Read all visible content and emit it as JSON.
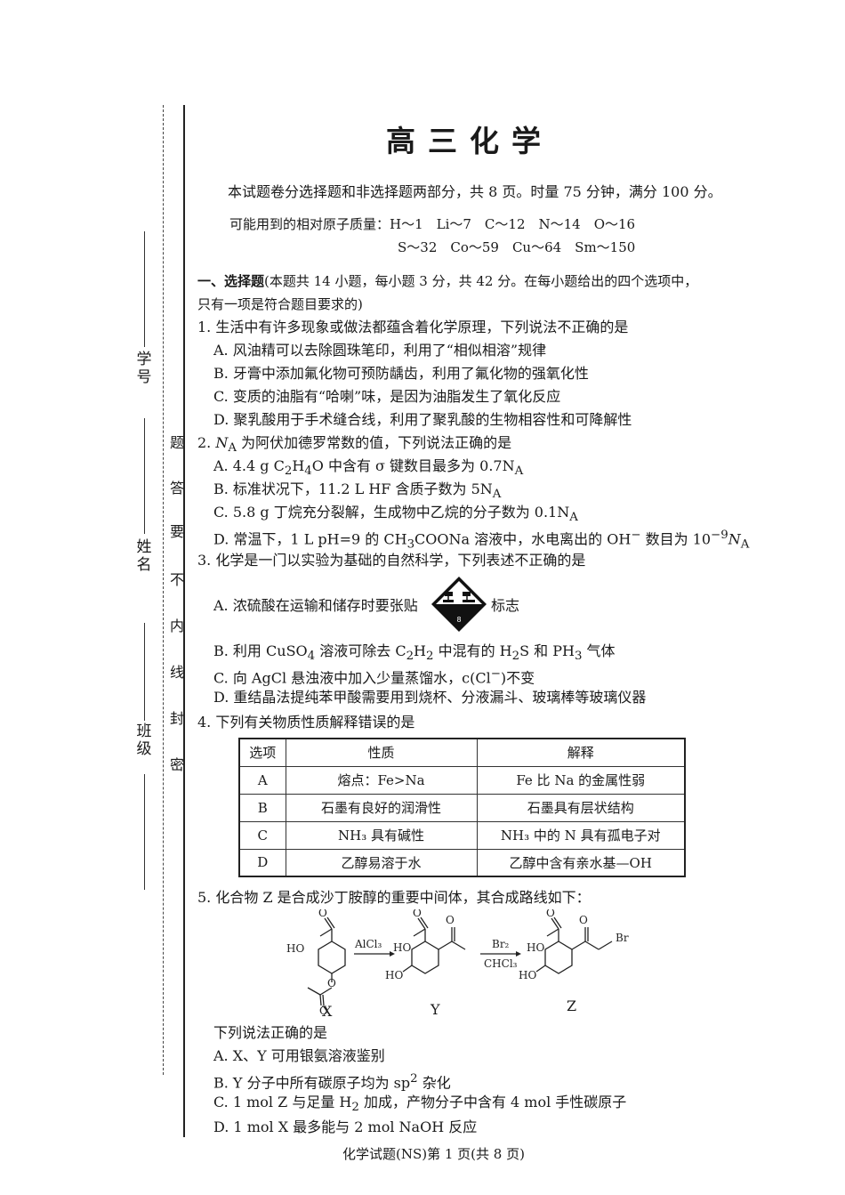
{
  "header": {
    "title": "高三化学"
  },
  "intro": {
    "line1": "本试题卷分选择题和非选择题两部分，共 8 页。时量 75 分钟，满分 100 分。",
    "atomic_masses_line1": "可能用到的相对原子质量：H～1　Li～7　C～12　N～14　O～16",
    "atomic_masses_line2": "S～32　Co～59　Cu～64　Sm～150"
  },
  "margin": {
    "field_id": "学号",
    "field_name": "姓名",
    "field_class": "班级",
    "seal_chars": [
      "题",
      "答",
      "要",
      "不",
      "内",
      "线",
      "封",
      "密"
    ]
  },
  "section1": {
    "heading": "一、选择题",
    "note_line1": "(本题共 14 小题，每小题 3 分，共 42 分。在每小题给出的四个选项中，",
    "note_line2": "只有一项是符合题目要求的)"
  },
  "q1": {
    "stem": "1. 生活中有许多现象或做法都蕴含着化学原理，下列说法不正确的是",
    "a": "A. 风油精可以去除圆珠笔印，利用了“相似相溶”规律",
    "b": "B. 牙膏中添加氟化物可预防龋齿，利用了氟化物的强氧化性",
    "c": "C. 变质的油脂有“哈喇”味，是因为油脂发生了氧化反应",
    "d": "D. 聚乳酸用于手术缝合线，利用了聚乳酸的生物相容性和可降解性"
  },
  "q2": {
    "stem_num": "2. ",
    "stem_na": "N",
    "stem_na_sub": "A",
    "stem_rest": " 为阿伏加德罗常数的值，下列说法正确的是",
    "a_1": "A. 4.4 g C",
    "a_sub1": "2",
    "a_2": "H",
    "a_sub2": "4",
    "a_3": "O 中含有 σ 键数目最多为 0.7N",
    "a_sub3": "A",
    "b_1": "B. 标准状况下，11.2 L HF 含质子数为 5N",
    "b_sub": "A",
    "c_1": "C. 5.8 g 丁烷充分裂解，生成物中乙烷的分子数为 0.1N",
    "c_sub": "A",
    "d_1": "D. 常温下，1 L pH=9 的 CH",
    "d_sub1": "3",
    "d_2": "COONa 溶液中，水电离出的 OH",
    "d_sup1": "−",
    "d_3": " 数目为 10",
    "d_sup2": "−9",
    "d_4": "N",
    "d_sub2": "A"
  },
  "q3": {
    "stem": "3. 化学是一门以实验为基础的自然科学，下列表述不正确的是",
    "a_pre": "A. 浓硫酸在运输和储存时要张贴",
    "a_post": "标志",
    "hazard_number": "8",
    "b_1": "B. 利用 CuSO",
    "b_sub1": "4",
    "b_2": " 溶液可除去 C",
    "b_sub2": "2",
    "b_3": "H",
    "b_sub3": "2",
    "b_4": " 中混有的 H",
    "b_sub4": "2",
    "b_5": "S 和 PH",
    "b_sub5": "3",
    "b_6": " 气体",
    "c_1": "C. 向 AgCl 悬浊液中加入少量蒸馏水，c(Cl",
    "c_sup": "−",
    "c_2": ")不变",
    "d": "D. 重结晶法提纯苯甲酸需要用到烧杯、分液漏斗、玻璃棒等玻璃仪器"
  },
  "q4": {
    "stem": "4. 下列有关物质性质解释错误的是",
    "headers": [
      "选项",
      "性质",
      "解释"
    ],
    "rows": [
      [
        "A",
        "熔点：Fe>Na",
        "Fe 比 Na 的金属性弱"
      ],
      [
        "B",
        "石墨有良好的润滑性",
        "石墨具有层状结构"
      ],
      [
        "C",
        "NH₃ 具有碱性",
        "NH₃ 中的 N 具有孤电子对"
      ],
      [
        "D",
        "乙醇易溶于水",
        "乙醇中含有亲水基—OH"
      ]
    ]
  },
  "q5": {
    "stem": "5. 化合物 Z 是合成沙丁胺醇的重要中间体，其合成路线如下：",
    "reagent1": "AlCl₃",
    "reagent2_top": "Br₂",
    "reagent2_bottom": "CHCl₃",
    "labels": [
      "X",
      "Y",
      "Z"
    ],
    "atom_ho": "HO",
    "atom_o": "O",
    "atom_br": "Br",
    "sub_q": "下列说法正确的是",
    "a": "A. X、Y 可用银氨溶液鉴别",
    "b_1": "B. Y 分子中所有碳原子均为 sp",
    "b_sup": "2",
    "b_2": " 杂化",
    "c_1": "C. 1 mol Z 与足量 H",
    "c_sub": "2",
    "c_2": " 加成，产物分子中含有 4 mol 手性碳原子",
    "d": "D. 1 mol X 最多能与 2 mol NaOH 反应"
  },
  "footer": {
    "text": "化学试题(NS)第 1 页(共 8 页)"
  }
}
